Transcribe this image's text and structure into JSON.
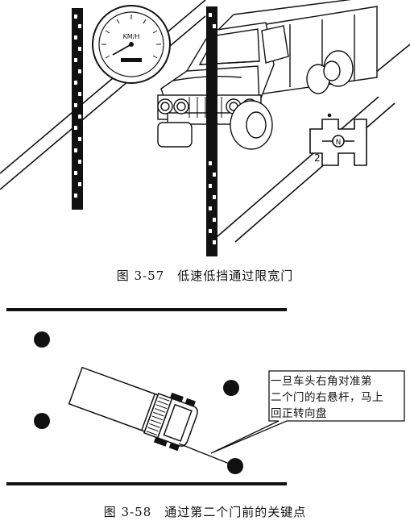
{
  "figure1": {
    "caption": "图 3-57　低速低挡通过限宽门",
    "speedometer": {
      "unit_label": "KM/H"
    },
    "gear_diagram": {
      "gear_number": "2",
      "neutral_label": "N"
    }
  },
  "figure2": {
    "caption": "图 3-58　通过第二个门前的关键点",
    "callout": [
      "一旦车头右角对准第",
      "二个门的右悬杆，马上",
      "回正转向盘"
    ]
  }
}
